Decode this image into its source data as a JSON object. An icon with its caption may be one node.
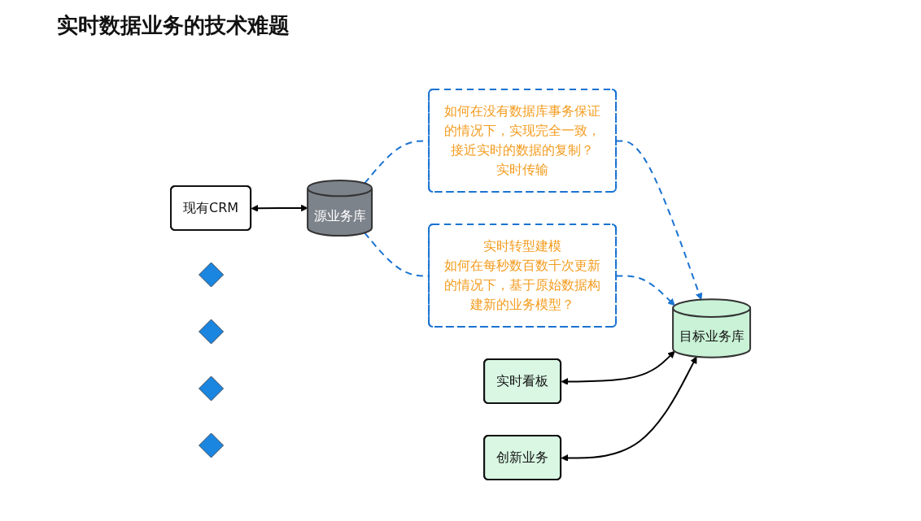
{
  "diagram": {
    "title": "实时数据业务的技术难题",
    "nodes": [
      {
        "text": [
          "现有CRM"
        ]
      },
      {
        "text": [
          "源业务库"
        ]
      },
      {
        "text": [
          "如何在没有数据库事务保证的情况下，实现完全一致，接近实时的数据的复制？",
          "实时传输"
        ]
      },
      {
        "text": [
          "实时转型建模",
          "如何在每秒数百数千次更新的情况下，基于原始数据构建新的业务模型？"
        ]
      },
      {
        "text": [
          "实时看板"
        ]
      },
      {
        "text": [
          "创新业务"
        ]
      },
      {
        "text": [
          "目标业务库"
        ]
      },
      {
        "text": [],
        "shape": "diamond"
      },
      {
        "text": [],
        "shape": "diamond"
      },
      {
        "text": [],
        "shape": "diamond"
      },
      {
        "text": [],
        "shape": "diamond"
      }
    ],
    "edges": [
      {
        "from": 0,
        "to": 1,
        "arrow": "both",
        "color": "#000000"
      },
      {
        "from": 1,
        "to": 2,
        "arrow": "none",
        "style": "dashed"
      },
      {
        "from": 2,
        "to": 6,
        "arrow": "to",
        "style": "dashed"
      },
      {
        "from": 1,
        "to": 3,
        "arrow": "none",
        "style": "dashed"
      },
      {
        "from": 3,
        "to": 6,
        "arrow": "to",
        "style": "dashed"
      },
      {
        "from": 4,
        "to": 6,
        "arrow": "both",
        "color": "#000000"
      },
      {
        "from": 5,
        "to": 6,
        "arrow": "both",
        "color": "#000000"
      }
    ]
  }
}
